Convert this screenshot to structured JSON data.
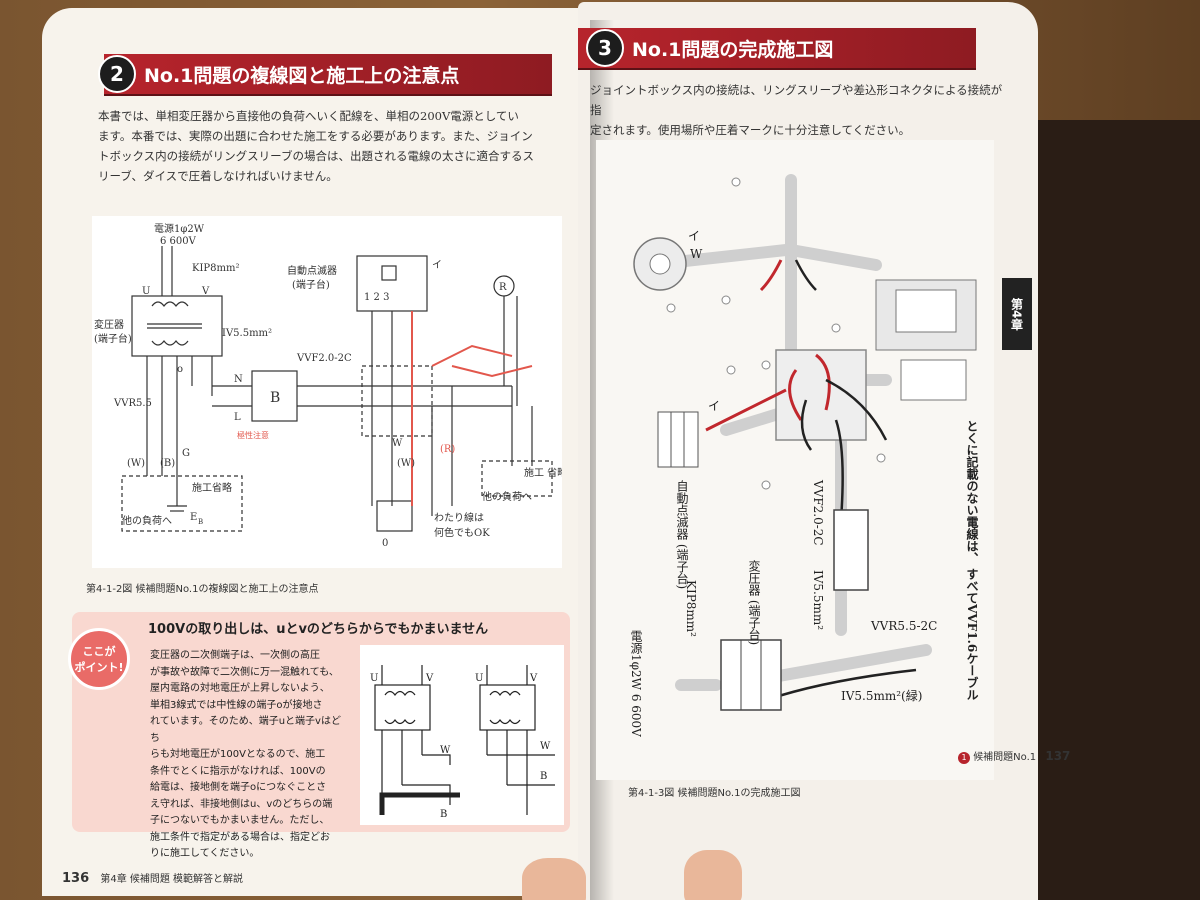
{
  "left": {
    "section_num": "2",
    "section_title": "No.1問題の複線図と施工上の注意点",
    "intro": [
      "本書では、単相変圧器から直接他の負荷へいく配線を、単相の200V電源としてい",
      "ます。本番では、実際の出題に合わせた施工をする必要があります。また、ジョイン",
      "トボックス内の接続がリングスリーブの場合は、出題される電線の太さに適合するス",
      "リーブ、ダイスで圧着しなければいけません。"
    ],
    "diagram_labels": {
      "source1": "電源1φ2W",
      "source2": "6 600V",
      "kip": "KIP8mm²",
      "transformer1": "変圧器",
      "transformer2": "(端子台)",
      "iv55": "IV5.5mm²",
      "relay1": "自動点滅器",
      "relay2": "(端子台)",
      "vvf": "VVF2.0-2C",
      "box_b": "B",
      "vvr": "VVR5.5",
      "omit1": "施工省略",
      "omit2": "施工\n省略",
      "other_load1": "他の負荷へ",
      "other_load2": "他の負荷へ",
      "earth": "E",
      "earth_sub": "B",
      "jumper1": "わたり線は",
      "jumper2": "何色でもOK",
      "r_mark": "R",
      "w": "W",
      "wp": "(W)",
      "bp": "(B)",
      "g": "G",
      "n": "N",
      "l": "L",
      "u": "U",
      "v": "V",
      "o": "o",
      "i": "イ",
      "zero": "0",
      "terms": "1 2 3",
      "rp": "(R)",
      "note_red": "極性注意"
    },
    "caption": "第4-1-2図 候補問題No.1の複線図と施工上の注意点",
    "point_badge_1": "ここが",
    "point_badge_2": "ポイント!",
    "point_title": "100Vの取り出しは、uとvのどちらからでもかまいません",
    "point_body": [
      "変圧器の二次側端子は、一次側の高圧",
      "が事故や故障で二次側に万一混触れても、",
      "屋内電路の対地電圧が上昇しないよう、",
      "単相3線式では中性線の端子oが接地さ",
      "れています。そのため、端子uと端子vはどち",
      "らも対地電圧が100Vとなるので、施工",
      "条件でとくに指示がなければ、100Vの",
      "給電は、接地側を端子oにつなぐことさ",
      "え守れば、非接地側はu、vのどちらの端",
      "子につないでもかまいません。ただし、",
      "施工条件で指定がある場合は、指定どお",
      "りに施工してください。"
    ],
    "mini_labels": {
      "u": "U",
      "v": "V",
      "w": "W",
      "b": "B"
    },
    "page_number": "136",
    "footer": "第4章 候補問題 模範解答と解説"
  },
  "right": {
    "section_num": "3",
    "section_title": "No.1問題の完成施工図",
    "intro": [
      "ジョイントボックス内の接続は、リングスリーブや差込形コネクタによる接続が指",
      "定されます。使用場所や圧着マークに十分注意してください。"
    ],
    "chapter_tab": "第4章",
    "labels": {
      "relay": "自動点滅器\n(端子台)",
      "vvf": "VVF2.0-2C",
      "transformer": "変圧器\n(端子台)",
      "kip": "KIP8mm²",
      "iv55": "IV5.5mm²",
      "vvr": "VVR5.5-2C",
      "iv55g": "IV5.5mm²(緑)",
      "source": "電源1φ2W\n6 600V",
      "note": "とくに記載のない電線は、\nすべてVVF1.6ケーブル",
      "i": "イ",
      "w": "W"
    },
    "caption": "第4-1-3図 候補問題No.1の完成施工図",
    "footer": "候補問題No.1",
    "footer_num": "1",
    "page_number": "137"
  }
}
